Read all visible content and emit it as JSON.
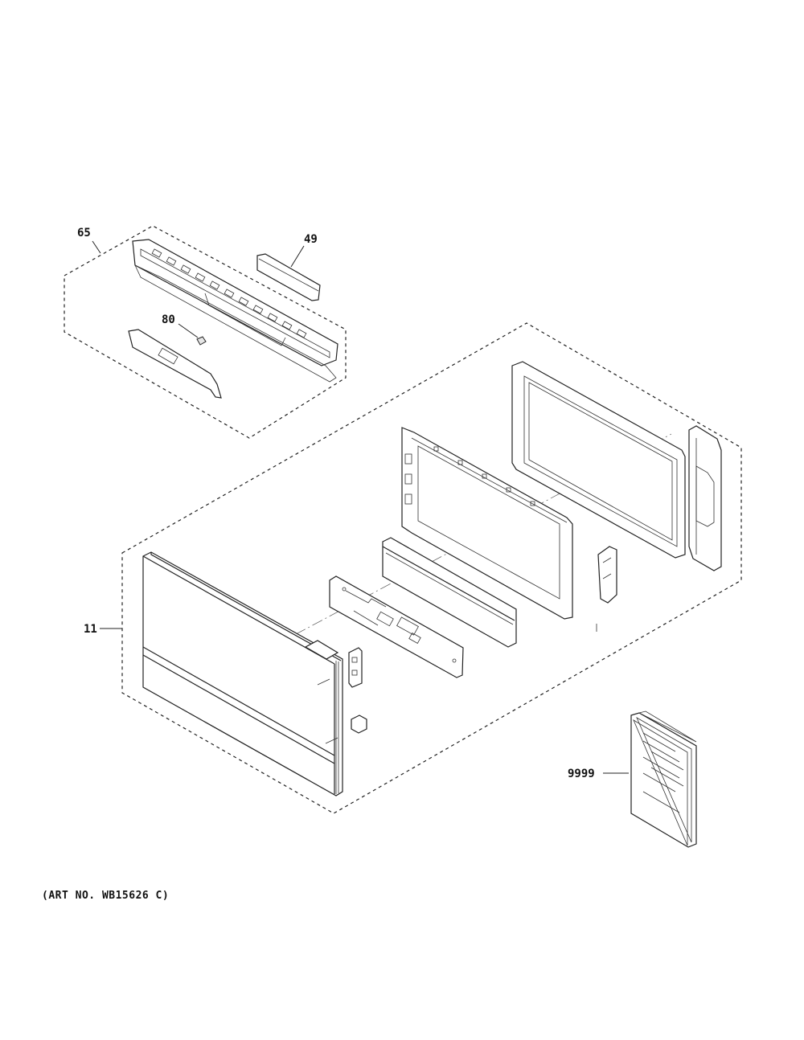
{
  "callouts": {
    "c65": "65",
    "c49": "49",
    "c80": "80",
    "c11": "11",
    "c9999": "9999"
  },
  "footer": {
    "art_no": "(ART NO. WB15626 C)"
  },
  "colors": {
    "line": "#222222",
    "background": "#ffffff"
  }
}
